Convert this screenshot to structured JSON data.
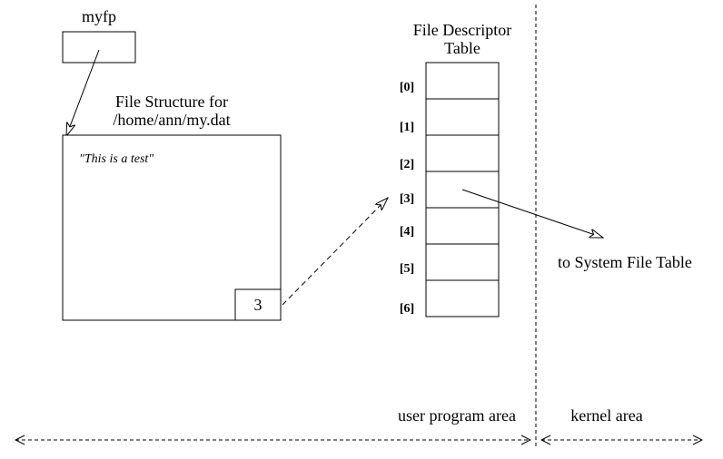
{
  "pointer": {
    "label": "myfp"
  },
  "file_structure": {
    "title_line1": "File Structure for",
    "title_line2": "/home/ann/my.dat",
    "buffer_text": "\"This is a test\"",
    "descriptor_value": "3"
  },
  "fd_table": {
    "title_line1": "File Descriptor",
    "title_line2": "Table",
    "indices": [
      "[0]",
      "[1]",
      "[2]",
      "[3]",
      "[4]",
      "[5]",
      "[6]"
    ]
  },
  "system_file_table_label": "to System File Table",
  "areas": {
    "user": "user program area",
    "kernel": "kernel area"
  },
  "colors": {
    "stroke": "#000000",
    "background": "#ffffff"
  }
}
